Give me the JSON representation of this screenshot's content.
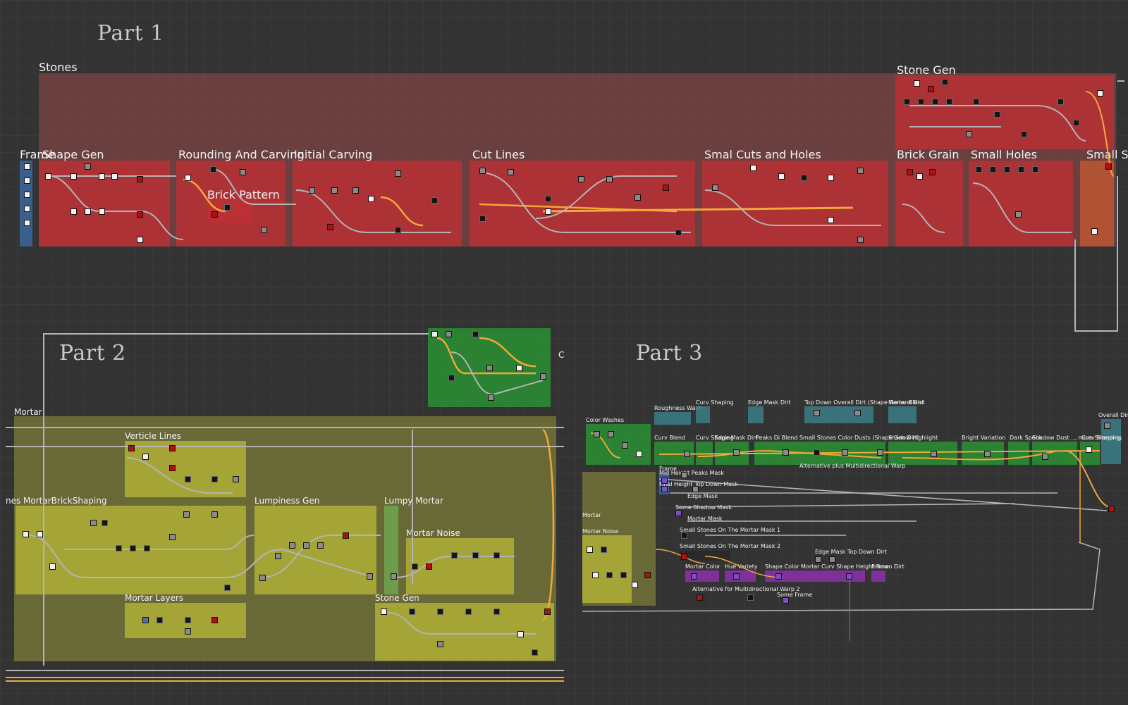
{
  "parts": {
    "part1": "Part 1",
    "part2": "Part 2",
    "part3": "Part 3"
  },
  "part1_frames": {
    "stones": "Stones",
    "frame": "Frame",
    "shape_gen": "Shape Gen",
    "rounding_and_carving": "Rounding And Carving",
    "initial_carving": "Initial Carving",
    "brick_pattern": "Brick Pattern",
    "cut_lines": "Cut Lines",
    "smal_cuts_and_holes": "Smal Cuts and Holes",
    "stone_gen": "Stone Gen",
    "brick_grain": "Brick Grain",
    "small_holes": "Small Holes",
    "small_s": "Small S"
  },
  "part2_frames": {
    "mortar": "Mortar",
    "verticle_lines": "Verticle Lines",
    "mortar_shaping": "nes MortarBrickShaping",
    "lumpiness_gen": "Lumpiness Gen",
    "lumpy_mortar": "Lumpy Mortar",
    "mortar_noise": "Mortar Noise",
    "mortar_layers": "Mortar Layers",
    "stone_gen": "Stone Gen",
    "cut_c": "C"
  },
  "part3_frames": {
    "color_washes": "Color Washes",
    "roughness_wash": "Roughness Wash",
    "curv_shaping_top": "Curv Shaping",
    "edge_mask_dirt_top": "Edge Mask Dirt",
    "top_down_dirt_top": "Top Down Overall Dirt (Shape General Dirt",
    "mortar_blend_top": "Mortar Blend",
    "overall_dirt": "Overall Dirt",
    "curv_blend": "Curv Blend",
    "curv_shaping_row": "Curv Shaping",
    "edge_mask_dirt_row": "Edge Mask Dirt",
    "peaks_row": "Peaks Di Blend Small Stones Color Dusts (Shape Gen Dirt)",
    "shadow_highlight": "Shadow Highlight",
    "bright_variation": "Bright Variation",
    "dark_speck": "Dark Speck",
    "shadow_dust": "Shadow Dust ... more Sharping",
    "curv_sharping": "Curv Sharping",
    "alternative_plus": "Alternative plus Multidirectional Warp",
    "frame_small": "Frame",
    "mid_height_peaks_mask": "Mid Height Peaks Mask",
    "final_height": "Final Height Top Down Mask",
    "edge_mask": "Edge Mask",
    "some_shadow_mask": "Some Shadow Mask",
    "mortar_mask": "Mortar Mask",
    "mortar_small": "Mortar",
    "mortar_noise_small": "Mortar Noise",
    "small_stones_1": "Small Stones On The Mortar Mask 1",
    "small_stones_2": "Small Stones On The Mortar Mask 2",
    "edge_mask_top_down": "Edge Mask Top Down Dirt",
    "mortar_color": "Mortar Color",
    "hue_variety": "Hue Variety",
    "shape_row": "Shape Color Mortar Curv Shape Height Down Dirt",
    "frame_purple": "Frame",
    "alternative_row": "Alternative for Multidirectional Warp 2",
    "some_frame": "Some Frame"
  },
  "colors": {
    "frame_red": "#be3034",
    "frame_yellow": "#b9b937",
    "frame_green": "#289632",
    "frame_teal": "#3c828c",
    "frame_purple": "#8c32aa",
    "wire_gray": "#b4b4b4",
    "wire_orange": "#f0a838"
  }
}
